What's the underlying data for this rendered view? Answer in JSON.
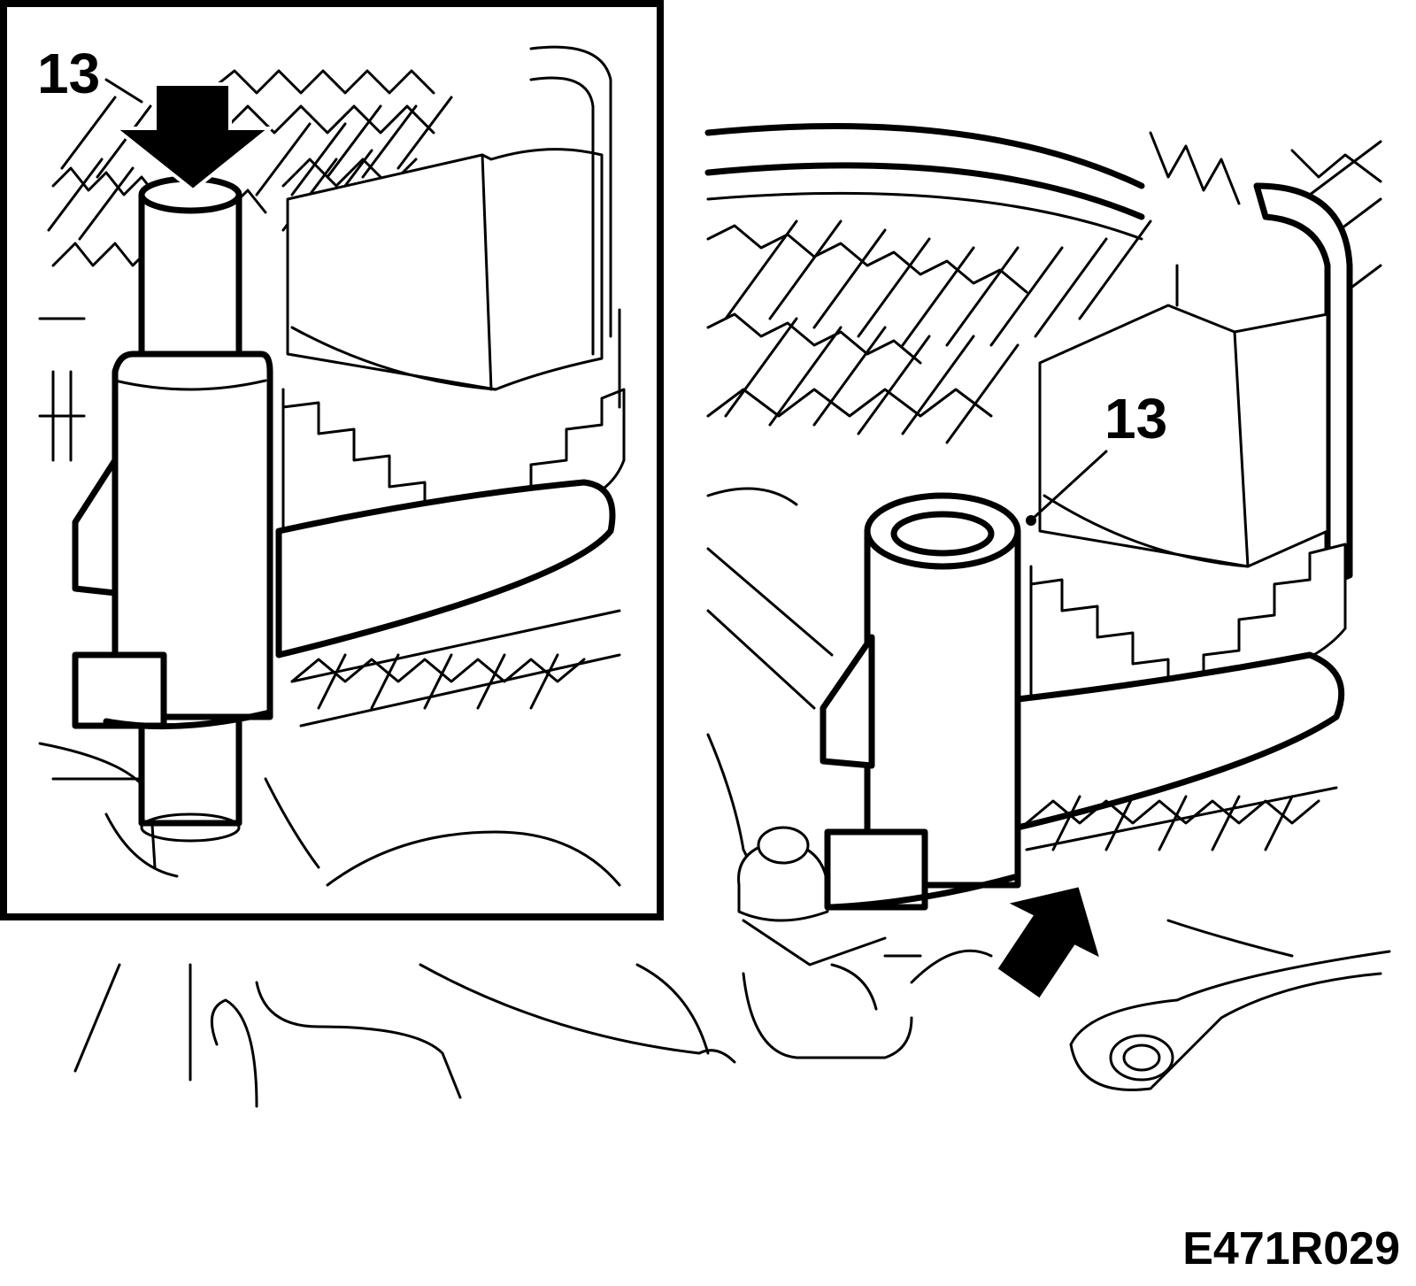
{
  "inset": {
    "callout": "13"
  },
  "main": {
    "callout": "13"
  },
  "figure_code": "E471R029",
  "colors": {
    "line": "#000000",
    "background": "#ffffff"
  }
}
